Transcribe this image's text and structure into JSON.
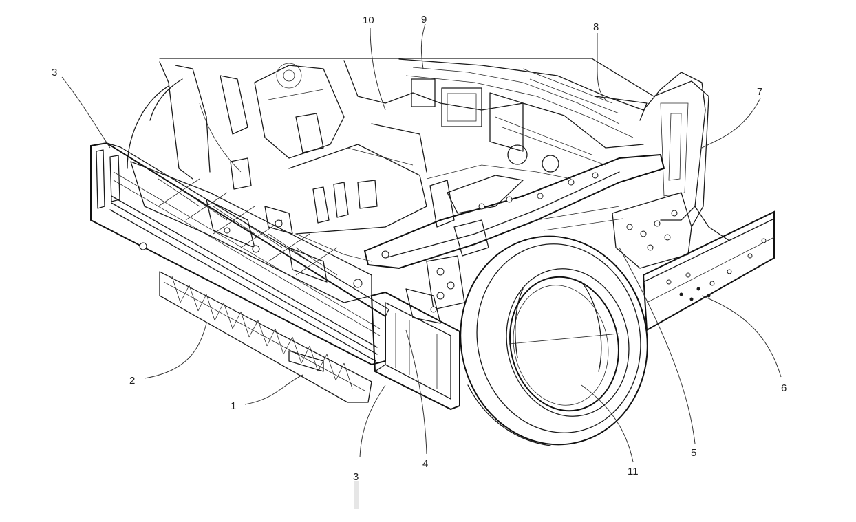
{
  "labels": {
    "l1": "1",
    "l2": "2",
    "l3_left": "3",
    "l3_bottom": "3",
    "l4": "4",
    "l5": "5",
    "l6": "6",
    "l7": "7",
    "l8": "8",
    "l9": "9",
    "l10": "10",
    "l11": "11"
  }
}
